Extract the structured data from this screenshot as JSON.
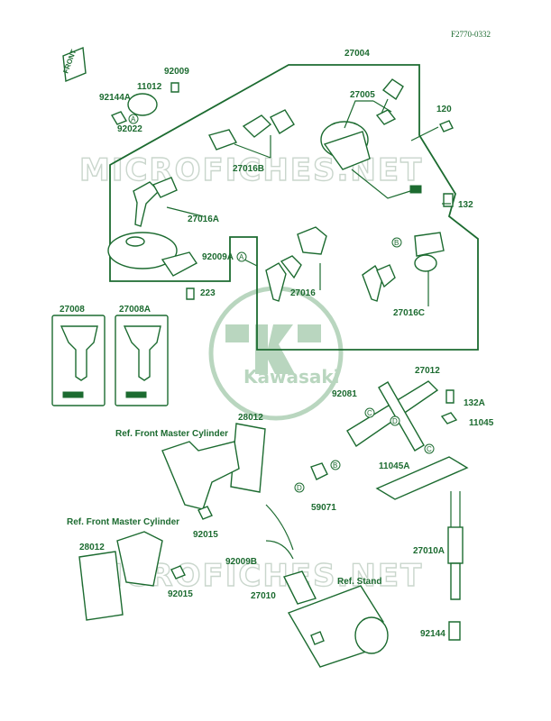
{
  "diagram_code": "F2770-0332",
  "front_label": "FRONT",
  "watermark": {
    "text": "MICROFICHES.NET",
    "brand": "Kawasaki"
  },
  "parts": {
    "p27004": "27004",
    "p27005": "27005",
    "p120": "120",
    "p132": "132",
    "p11012": "11012",
    "p92009": "92009",
    "p92144A": "92144A",
    "p92022": "92022",
    "p27016B": "27016B",
    "p27016A": "27016A",
    "p92009A": "92009A",
    "p223": "223",
    "p27016": "27016",
    "p27016C": "27016C",
    "p27008": "27008",
    "p27008A": "27008A",
    "p27012": "27012",
    "p92081": "92081",
    "p132A": "132A",
    "p11045": "11045",
    "p11045A": "11045A",
    "p28012a": "28012",
    "p28012b": "28012",
    "p59071": "59071",
    "p92015a": "92015",
    "p92015b": "92015",
    "p92009B": "92009B",
    "p27010": "27010",
    "p27010A": "27010A",
    "p92144": "92144"
  },
  "refs": {
    "master1": "Ref. Front Master Cylinder",
    "master2": "Ref. Front Master Cylinder",
    "stand": "Ref. Stand"
  },
  "callouts": {
    "A1": "A",
    "A2": "A",
    "B1": "B",
    "B2": "B",
    "C1": "C",
    "C2": "C",
    "D1": "D",
    "D2": "D"
  },
  "colors": {
    "ink": "#1c6b30",
    "watermark": "#c9d6cc",
    "logo": "#b9d6bf"
  }
}
